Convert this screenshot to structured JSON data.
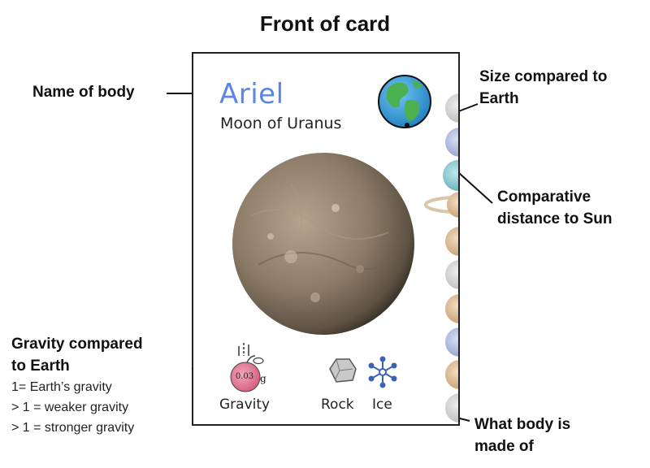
{
  "title": "Front of card",
  "card": {
    "name": "Ariel",
    "subtitle": "Moon of Uranus",
    "gravity": {
      "value": "0.03",
      "unit": "g",
      "label": "Gravity"
    },
    "materials": [
      "Rock",
      "Ice"
    ]
  },
  "annotations": {
    "name": "Name of body",
    "size_line1": "Size compared to",
    "size_line2": "Earth",
    "distance_line1": "Comparative",
    "distance_line2": "distance to Sun",
    "gravity_line1": "Gravity compared",
    "gravity_line2": "to Earth",
    "gravity_notes": [
      "1= Earth’s gravity",
      "> 1 = weaker gravity",
      "> 1 = stronger gravity"
    ],
    "material_line1": "What body is",
    "material_line2": "made of"
  },
  "colors": {
    "name": "#5b86e5",
    "moon": "#8a7a66",
    "earth_ocean": "#3aa0d8",
    "earth_land": "#4caf50",
    "gravity_apple": "#e06a8a"
  }
}
